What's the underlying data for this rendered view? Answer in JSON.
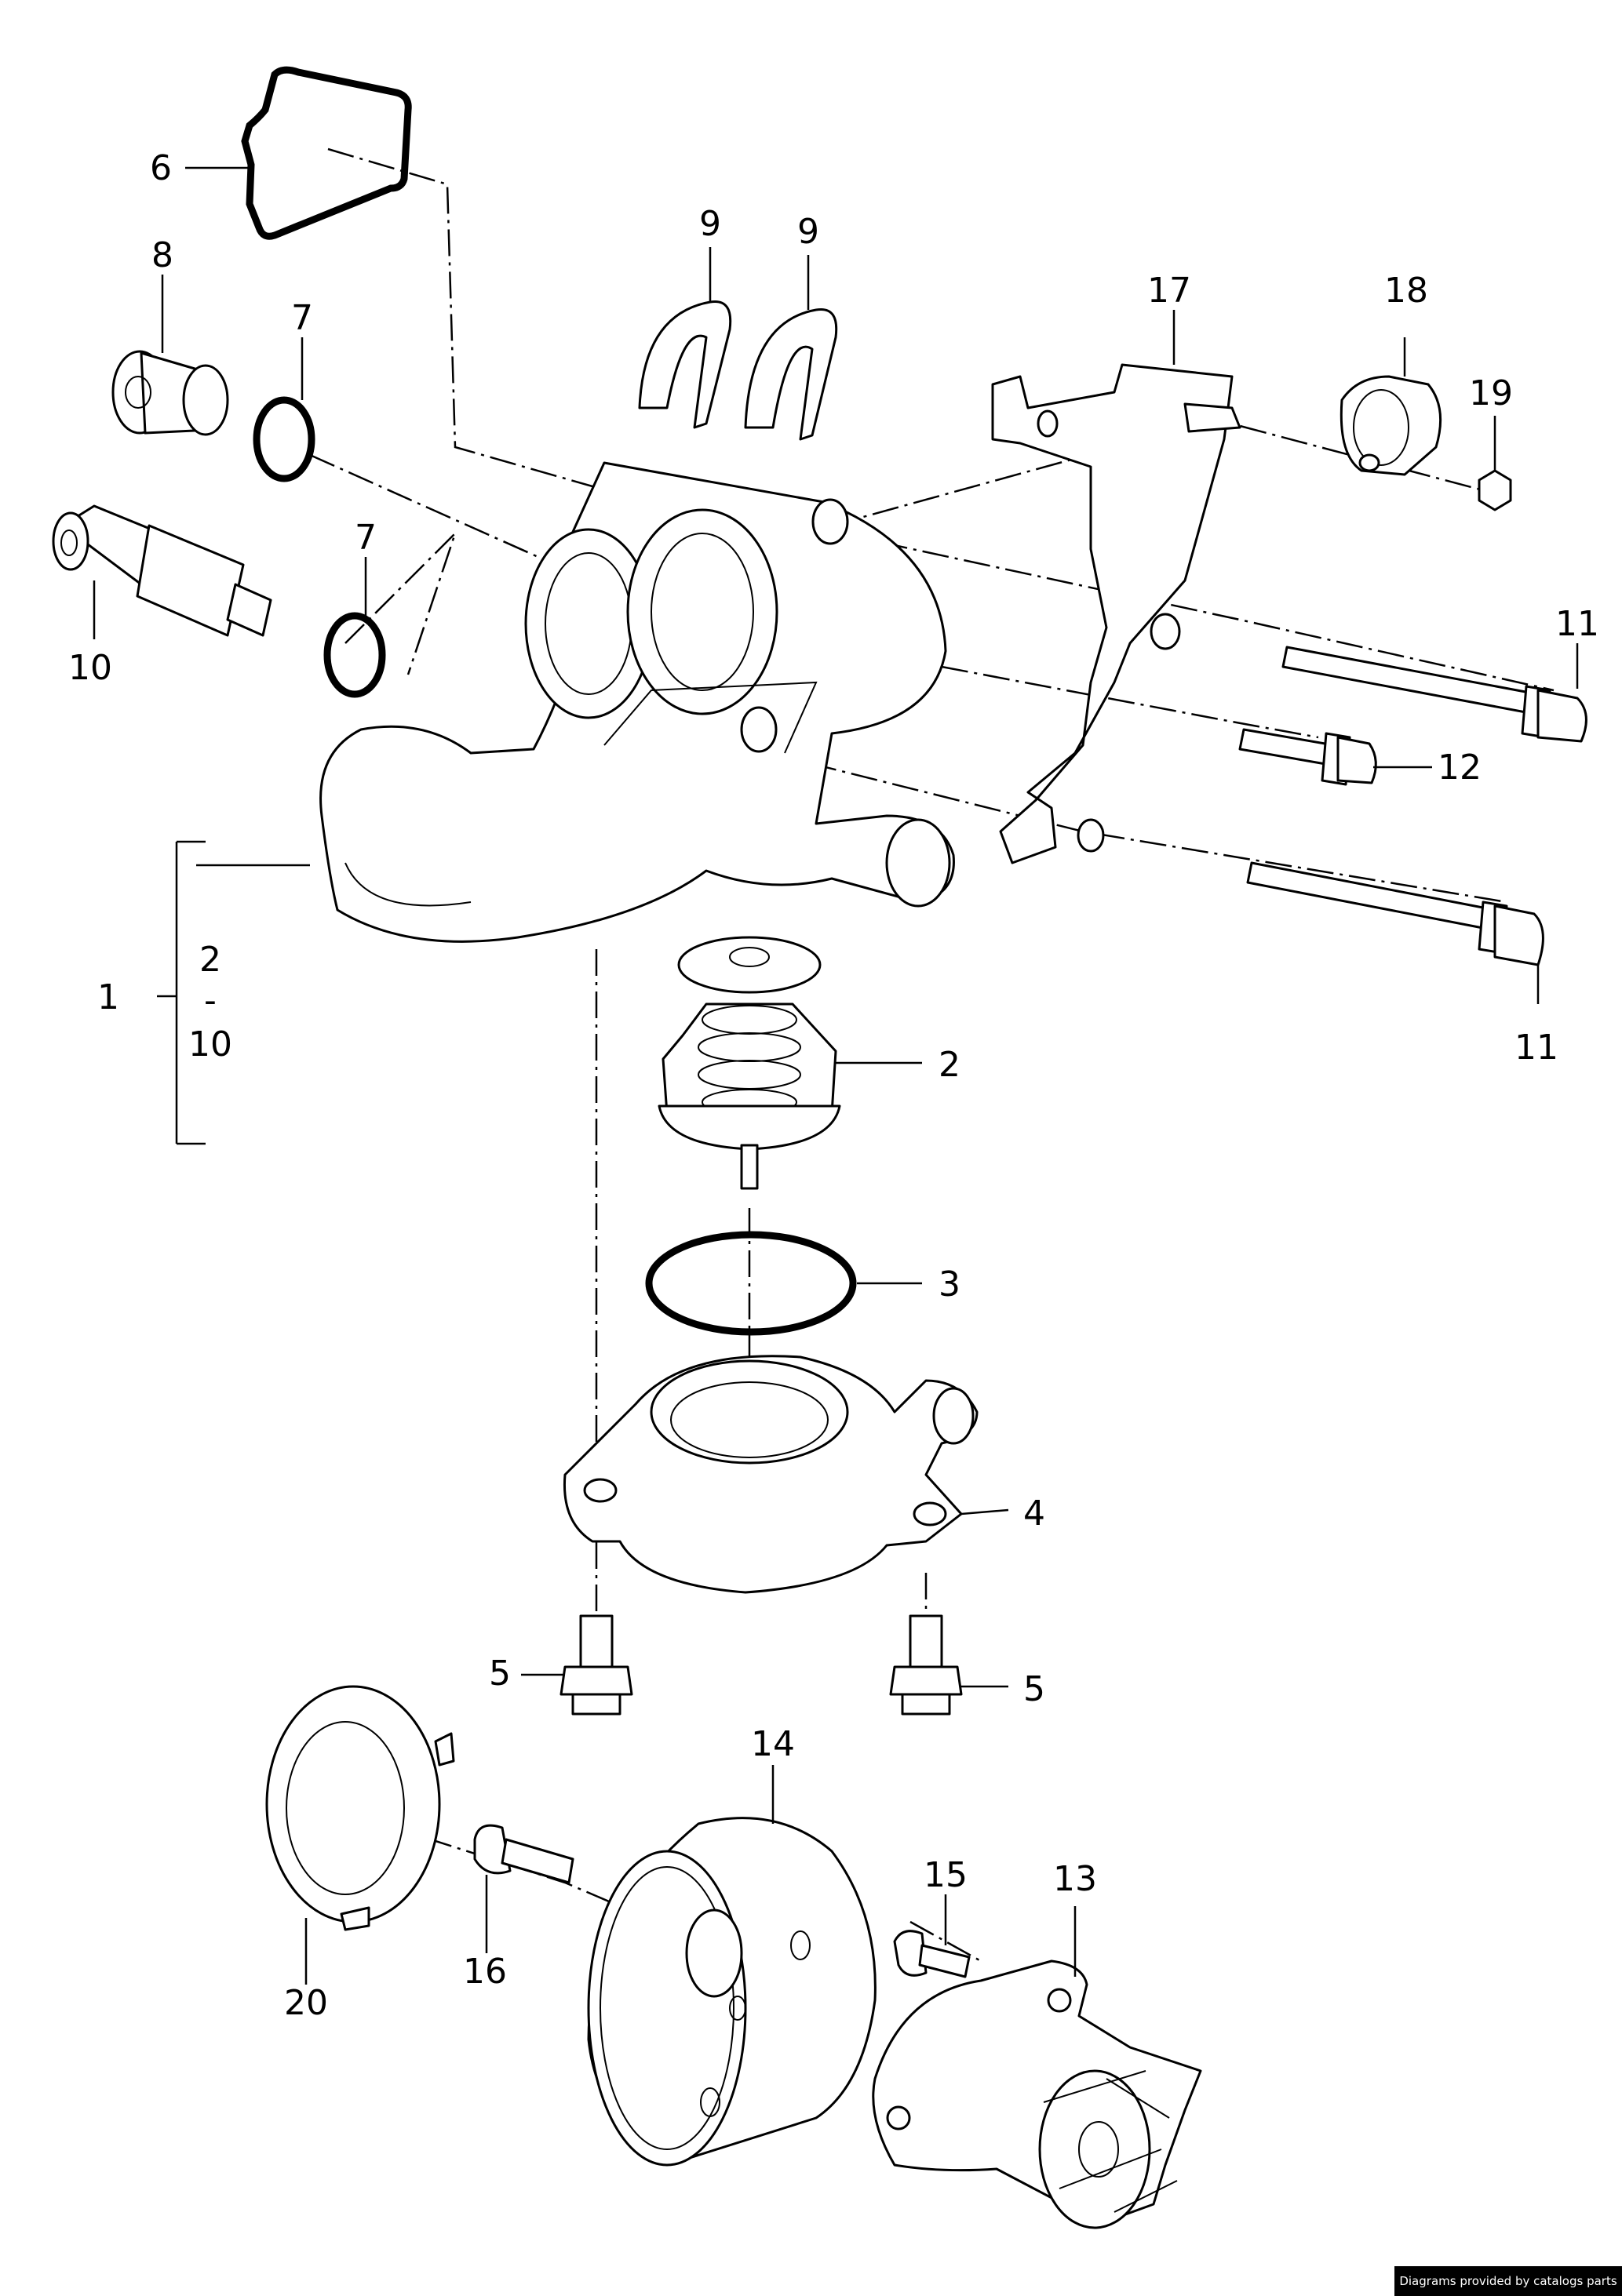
{
  "labels": {
    "l1": "1",
    "l2_range_top": "2",
    "l_range_dash": "-",
    "l10_range_bottom": "10",
    "l2": "2",
    "l3": "3",
    "l4": "4",
    "l5_left": "5",
    "l5_right": "5",
    "l6": "6",
    "l7_top": "7",
    "l7_bottom": "7",
    "l8": "8",
    "l9_left": "9",
    "l9_right": "9",
    "l10": "10",
    "l11_top": "11",
    "l11_bottom": "11",
    "l12": "12",
    "l13": "13",
    "l14": "14",
    "l15": "15",
    "l16": "16",
    "l17": "17",
    "l18": "18",
    "l19": "19",
    "l20": "20"
  },
  "credit": "Diagrams provided by catalogs parts"
}
